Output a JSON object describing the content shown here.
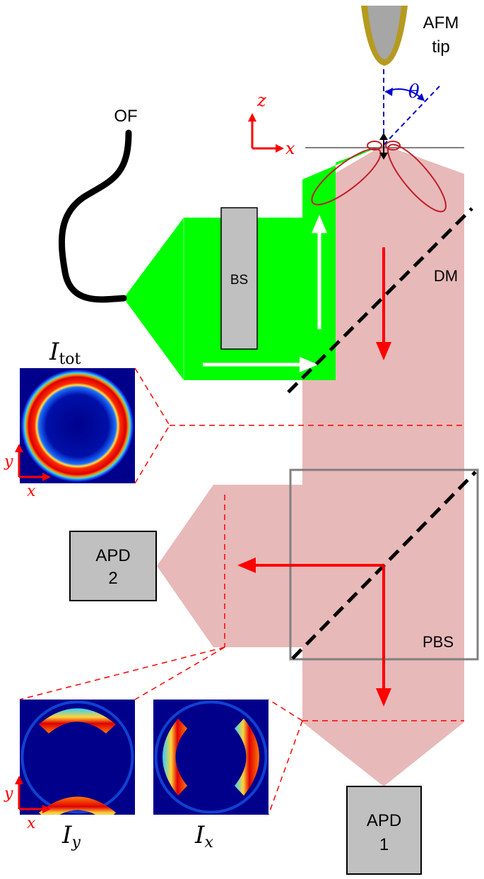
{
  "labels": {
    "afm_tip": [
      "AFM",
      "tip"
    ],
    "theta": "θ",
    "axis_z": "z",
    "axis_x": "x",
    "axis_y": "y",
    "optical_fiber": "OF",
    "beam_splitter": "BS",
    "dichroic_mirror": "DM",
    "polarizing_beam_splitter": "PBS",
    "apd_2": [
      "APD",
      "2"
    ],
    "apd_1": [
      "APD",
      "1"
    ],
    "i_tot_symbol": "I",
    "i_tot_subscript": "tot",
    "i_y_symbol": "I",
    "i_y_subscript": "y",
    "i_x_symbol": "I",
    "i_x_subscript": "x"
  },
  "colors": {
    "excitation_beam": "#00ff00",
    "detection_beam": "#e8b9b9",
    "arrow": "#ff0000",
    "afm_tip_rim": "#b59a1e",
    "afm_tip_body": "#a6a6a6",
    "component_fill": "#c0c0c0",
    "theta_annotation": "#0000cc",
    "emission_lobe": "#c0202a",
    "map_background": "#00008b"
  }
}
